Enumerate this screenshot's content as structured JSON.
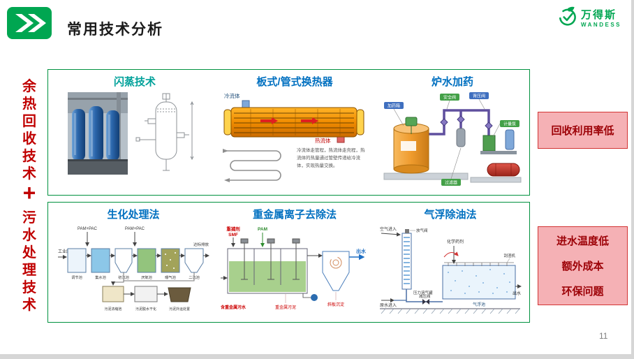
{
  "header": {
    "title": "常用技术分析",
    "logo_name": "万得斯",
    "logo_sub": "WANDESS"
  },
  "page_number": "11",
  "left_rail": {
    "top": "余热回收技术",
    "plus": "+",
    "bottom": "污水处理技术"
  },
  "colors": {
    "brand_green": "#00A651",
    "box_border_green": "#00913F",
    "accent_red": "#C00000",
    "callout_bg": "#F5B1B5",
    "callout_border": "#D23434",
    "callout_text": "#9C0006",
    "title_blue": "#0070C0",
    "title_teal": "#00A19A"
  },
  "waste_heat": {
    "flash": {
      "title": "闪蒸技术"
    },
    "exchanger": {
      "title": "板式/管式换热器",
      "cold_label": "冷流体",
      "hot_label": "热流体",
      "caption": "冷流体走管程，热流体走壳程，热流体的热量通过管壁传递给冷流体，实现热量交换。"
    },
    "dosing": {
      "title": "炉水加药",
      "labels": {
        "tank": "加药箱",
        "safety_valve": "安全阀",
        "back_valve": "背压阀",
        "meter_pump": "计量泵",
        "filter": "过滤器"
      }
    }
  },
  "sewage": {
    "bio": {
      "title": "生化处理法",
      "dose1": "PAM+PAC",
      "dose2": "PAM+PAC",
      "inlet": "工业废水",
      "outlet": "达标排放",
      "tanks": [
        "调节池",
        "集水池",
        "初沉池",
        "厌氧池",
        "曝气池",
        "二沉池"
      ],
      "sludge": [
        "污泥浓缩池",
        "污泥脱水干化",
        "污泥外运处置"
      ]
    },
    "metal": {
      "title": "重金属离子去除法",
      "agent": "重捕剂",
      "agent2": "SMF",
      "pam": "PAM",
      "inlet": "含重金属污水",
      "sludge": "重金属污泥",
      "outlet": "出水",
      "settler": "斜板沉淀"
    },
    "flotation": {
      "title": "气浮除油法",
      "air_in": "空气进入",
      "vent_valve": "放气阀",
      "tank": "压力溶气罐",
      "scraper": "刮渣机",
      "chemical": "化学药剂",
      "reduce_valve": "减压阀",
      "raw_in": "原水进入",
      "pool": "气浮池",
      "outlet": "出水"
    }
  },
  "callouts": {
    "waste_heat": "回收利用率低",
    "sewage": [
      "进水温度低",
      "额外成本",
      "环保问题"
    ]
  }
}
